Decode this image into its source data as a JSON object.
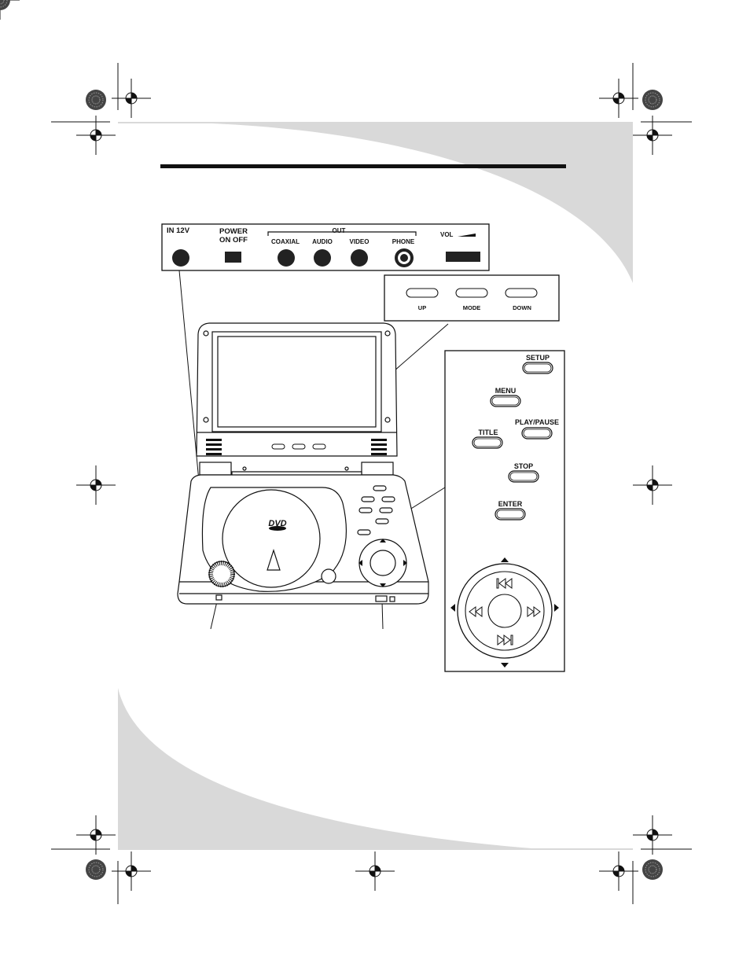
{
  "jack_panel": {
    "in_12v": "IN 12V",
    "power": "POWER",
    "power_states": "ON  OFF",
    "out": "OUT",
    "coaxial": "COAXIAL",
    "audio": "AUDIO",
    "video": "VIDEO",
    "phone": "PHONE",
    "vol": "VOL"
  },
  "screen_buttons": {
    "up": "UP",
    "mode": "MODE",
    "down": "DOWN"
  },
  "control_panel": {
    "setup": "SETUP",
    "menu": "MENU",
    "play_pause": "PLAY/PAUSE",
    "title": "TITLE",
    "stop": "STOP",
    "enter": "ENTER"
  },
  "disc_logo": "DVD",
  "icons": [
    "registration-mark-icon",
    "color-target-icon",
    "arrow-up-icon",
    "arrow-down-icon",
    "arrow-left-icon",
    "arrow-right-icon",
    "skip-previous-icon",
    "skip-next-icon",
    "rewind-icon",
    "fast-forward-icon"
  ],
  "colors": {
    "page_swoosh": "#d9d9d9",
    "line_art": "#111111"
  }
}
